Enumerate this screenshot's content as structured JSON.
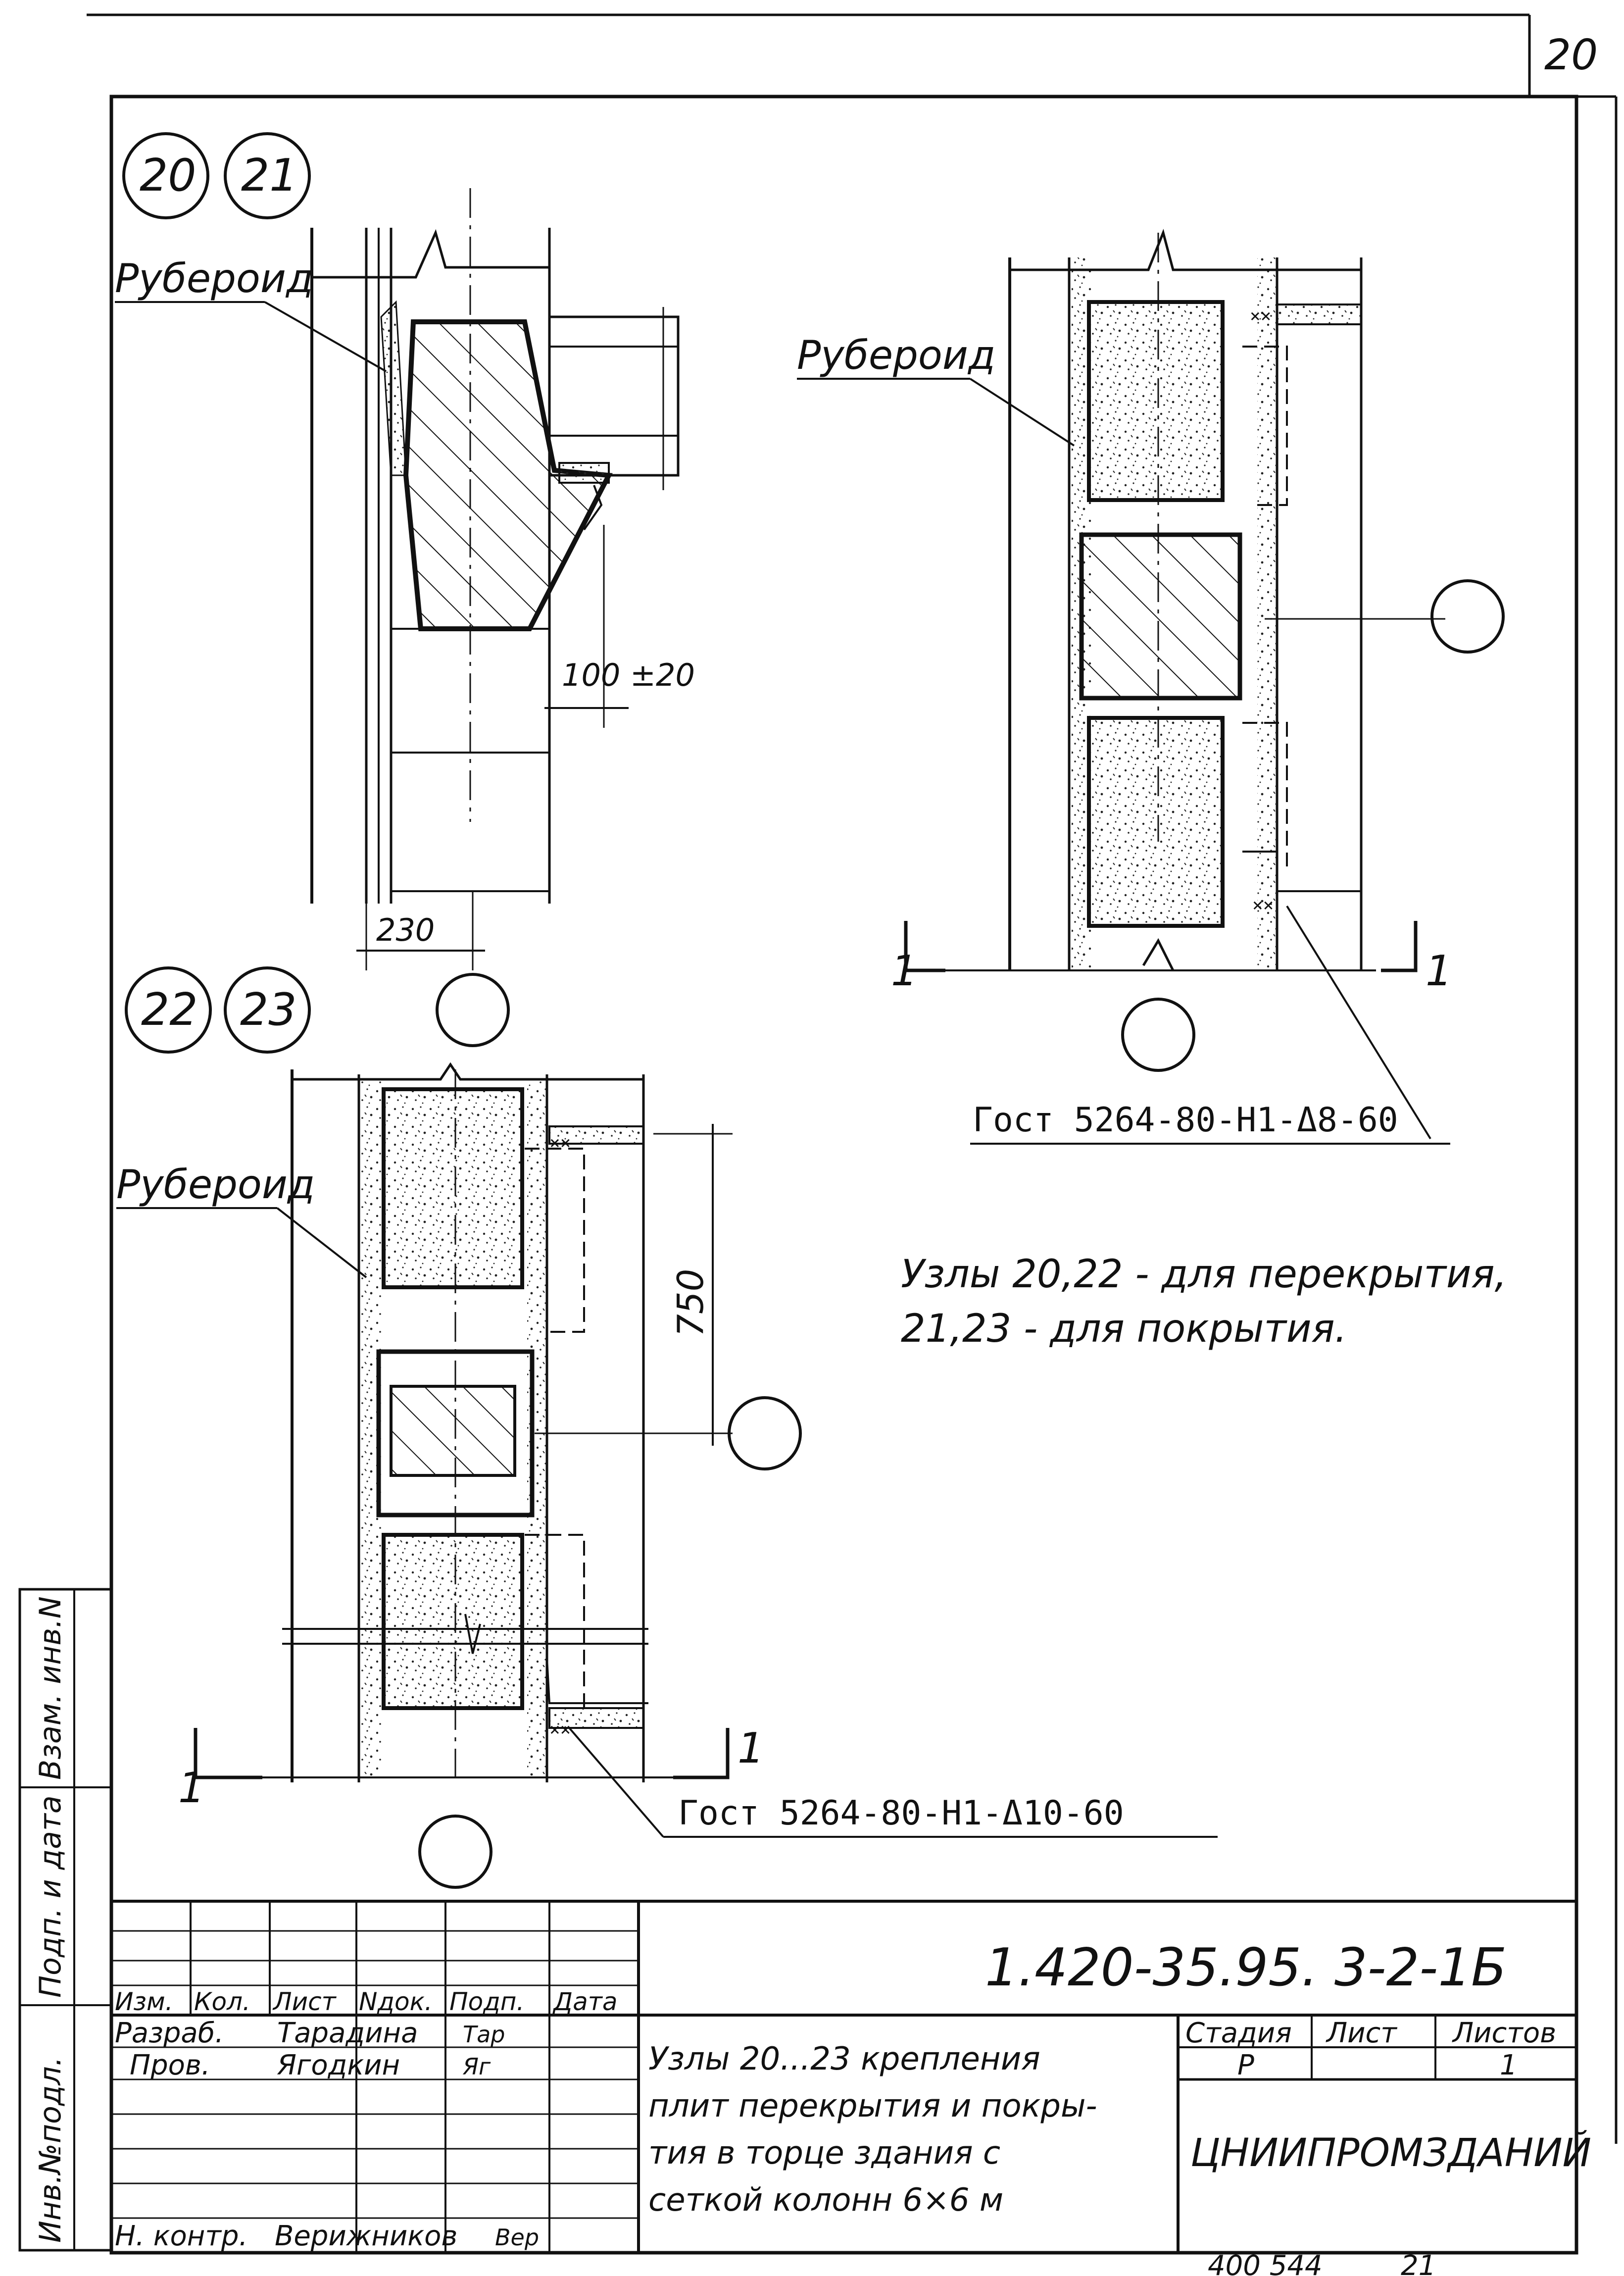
{
  "sheet": {
    "page_number": "20",
    "notes": "Узлы 20,22 - для перекрытия,\n21,23 - для покрытия.",
    "notes_line1": "Узлы 20,22 - для перекрытия,",
    "notes_line2": "21,23 - для покрытия."
  },
  "details": {
    "top_left": {
      "node_labels": [
        "20",
        "21"
      ],
      "material_label": "Рубероид",
      "dim_gap": "100 ±20",
      "dim_width": "230"
    },
    "top_right": {
      "material_label": "Рубероид",
      "section_left": "1",
      "section_right": "1",
      "standard_ref": "Гост 5264-80-Н1-Δ8-60"
    },
    "bottom": {
      "node_labels": [
        "22",
        "23"
      ],
      "material_label": "Рубероид",
      "dim_height": "750",
      "section_left": "1",
      "section_right": "1",
      "standard_ref": "Гост 5264-80-Н1-Δ10-60"
    }
  },
  "side_stamp": {
    "cells": [
      "Взам. инв.N",
      "Подп. и дата",
      "Инв.№подл."
    ]
  },
  "title_block": {
    "doc_code": "1.420-35.95. 3-2-1Б",
    "headers": [
      "Изм.",
      "Кол.",
      "Лист",
      "Nдок.",
      "Подп.",
      "Дата"
    ],
    "rows": [
      {
        "role": "Разраб.",
        "name": "Тарадина",
        "sign": "Тар"
      },
      {
        "role": "Пров.",
        "name": "Ягодкин",
        "sign": "Яг"
      },
      {
        "role": "",
        "name": "",
        "sign": ""
      },
      {
        "role": "Н. контр.",
        "name": "Верижников",
        "sign": "Вер"
      }
    ],
    "title_lines": [
      "Узлы 20...23 крепления",
      "плит перекрытия и покры-",
      "тия в торце здания с",
      "сеткой колонн 6×6 м"
    ],
    "stage_header": "Стадия",
    "sheet_header": "Лист",
    "sheets_header": "Листов",
    "stage": "Р",
    "sheet": "",
    "sheets": "1",
    "organization": "ЦНИИПРОМЗДАНИЙ",
    "archive_number": "400 544",
    "archive_sheet": "21"
  }
}
